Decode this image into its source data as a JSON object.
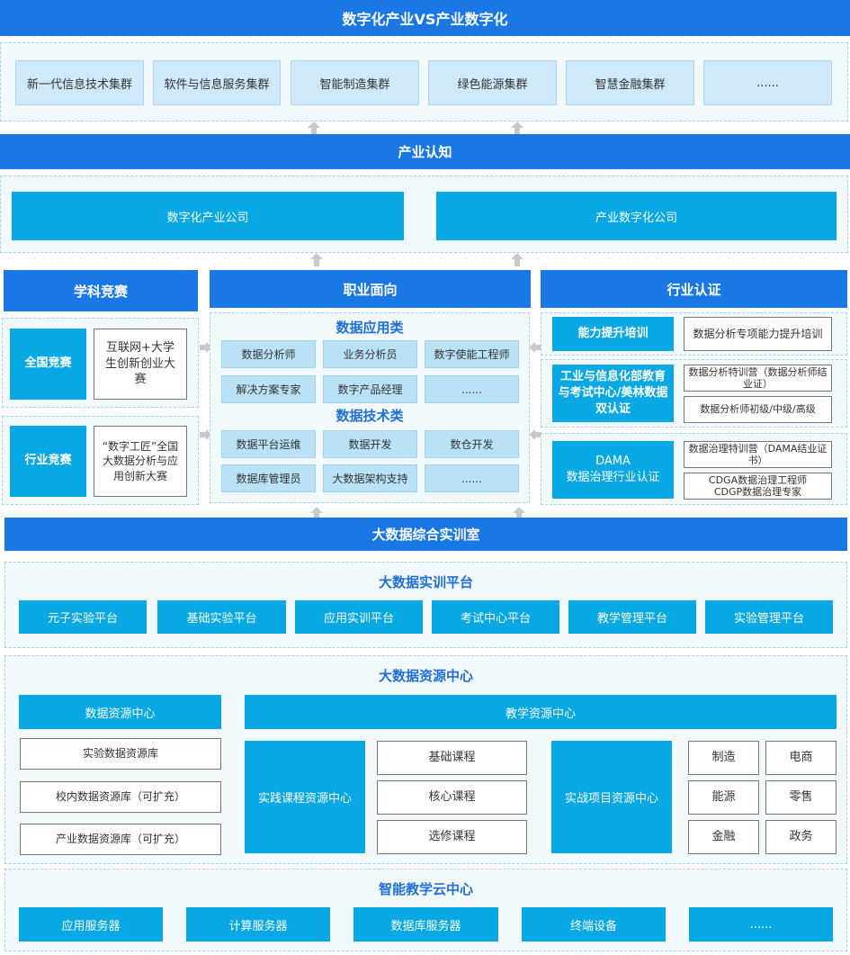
{
  "header": {
    "title": "数字化产业VS产业数字化"
  },
  "clusters": [
    "新一代信息技术集群",
    "软件与信息服务集群",
    "智能制造集群",
    "绿色能源集群",
    "智慧金融集群",
    "......"
  ],
  "cognition": {
    "title": "产业认知",
    "companies": [
      "数字化产业公司",
      "产业数字化公司"
    ]
  },
  "competition": {
    "title": "学科竞赛",
    "national_label": "全国竞赛",
    "national_text": "互联网+大学生创新创业大赛",
    "industry_label": "行业竞赛",
    "industry_text": "“数字工匠”全国大数据分析与应用创新大赛"
  },
  "career": {
    "title": "职业面向",
    "app_title": "数据应用类",
    "app_roles": [
      "数据分析师",
      "业务分析员",
      "数字使能工程师",
      "解决方案专家",
      "数字产品经理",
      "......"
    ],
    "tech_title": "数据技术类",
    "tech_roles": [
      "数据平台运维",
      "数据开发",
      "数仓开发",
      "数据库管理员",
      "大数据架构支持",
      "......"
    ]
  },
  "certification": {
    "title": "行业认证",
    "items": [
      {
        "label": "能力提升培训",
        "details": [
          "数据分析专项能力提升培训"
        ]
      },
      {
        "label": "工业与信息化部教育与考试中心/美林数据双认证",
        "details": [
          "数据分析特训营（数据分析师结业证）",
          "数据分析师初级/中级/高级"
        ]
      },
      {
        "label": "DAMA\n数据治理行业认证",
        "details": [
          "数据治理特训营（DAMA结业证书）",
          "CDGA数据治理工程师\nCDGP数据治理专家"
        ]
      }
    ]
  },
  "lab": {
    "title": "大数据综合实训室"
  },
  "training_platform": {
    "title": "大数据实训平台",
    "items": [
      "元子实验平台",
      "基础实验平台",
      "应用实训平台",
      "考试中心平台",
      "教学管理平台",
      "实验管理平台"
    ]
  },
  "resource_center": {
    "title": "大数据资源中心",
    "data_resource": {
      "title": "数据资源中心",
      "items": [
        "实验数据资源库",
        "校内数据资源库（可扩充）",
        "产业数据资源库（可扩充）"
      ]
    },
    "teaching_resource": {
      "title": "教学资源中心",
      "practice_label": "实践课程资源中心",
      "courses": [
        "基础课程",
        "核心课程",
        "选修课程"
      ],
      "project_label": "实战项目资源中心",
      "industries": [
        "制造",
        "电商",
        "能源",
        "零售",
        "金融",
        "政务"
      ]
    }
  },
  "cloud": {
    "title": "智能教学云中心",
    "items": [
      "应用服务器",
      "计算服务器",
      "数据库服务器",
      "终端设备",
      "......"
    ]
  },
  "colors": {
    "primary": "#1a78e6",
    "accent": "#07a8e3",
    "title_text": "#1f6fd8"
  }
}
